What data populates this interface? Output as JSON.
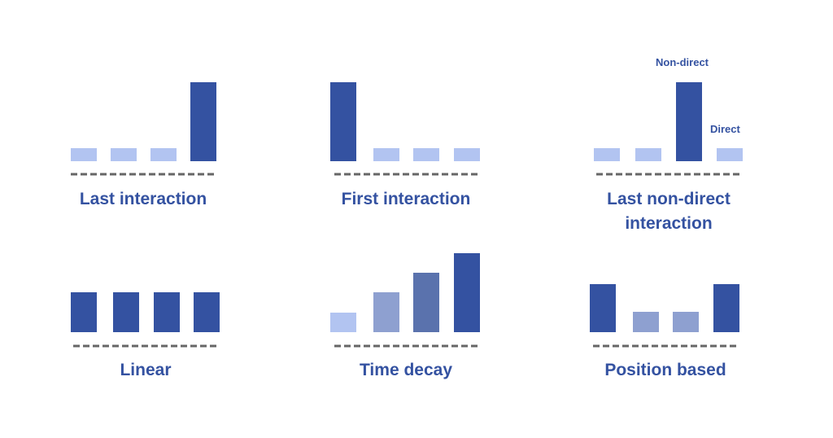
{
  "colors": {
    "dark": "#3452a1",
    "medium": "#5a72ad",
    "soft": "#8ea0d0",
    "light": "#b2c4f1",
    "baseline": "#666666",
    "title": "#3452a1"
  },
  "models": [
    {
      "id": "last-interaction",
      "title": "Last interaction",
      "bars": [
        {
          "level": 0.16,
          "shade": "light"
        },
        {
          "level": 0.16,
          "shade": "light"
        },
        {
          "level": 0.16,
          "shade": "light"
        },
        {
          "level": 1.0,
          "shade": "dark"
        }
      ]
    },
    {
      "id": "first-interaction",
      "title": "First interaction",
      "bars": [
        {
          "level": 1.0,
          "shade": "dark"
        },
        {
          "level": 0.16,
          "shade": "light"
        },
        {
          "level": 0.16,
          "shade": "light"
        },
        {
          "level": 0.16,
          "shade": "light"
        }
      ]
    },
    {
      "id": "last-non-direct-interaction",
      "title": "Last non-direct interaction",
      "bars": [
        {
          "level": 0.16,
          "shade": "light"
        },
        {
          "level": 0.16,
          "shade": "light"
        },
        {
          "level": 1.0,
          "shade": "dark",
          "label": "Non-direct"
        },
        {
          "level": 0.16,
          "shade": "light",
          "label": "Direct"
        }
      ]
    },
    {
      "id": "linear",
      "title": "Linear",
      "bars": [
        {
          "level": 0.5,
          "shade": "dark"
        },
        {
          "level": 0.5,
          "shade": "dark"
        },
        {
          "level": 0.5,
          "shade": "dark"
        },
        {
          "level": 0.5,
          "shade": "dark"
        }
      ]
    },
    {
      "id": "time-decay",
      "title": "Time decay",
      "bars": [
        {
          "level": 0.25,
          "shade": "light"
        },
        {
          "level": 0.5,
          "shade": "soft"
        },
        {
          "level": 0.75,
          "shade": "medium"
        },
        {
          "level": 1.0,
          "shade": "dark"
        }
      ]
    },
    {
      "id": "position-based",
      "title": "Position based",
      "bars": [
        {
          "level": 0.6,
          "shade": "dark"
        },
        {
          "level": 0.25,
          "shade": "soft"
        },
        {
          "level": 0.25,
          "shade": "soft"
        },
        {
          "level": 0.6,
          "shade": "dark"
        }
      ]
    }
  ]
}
